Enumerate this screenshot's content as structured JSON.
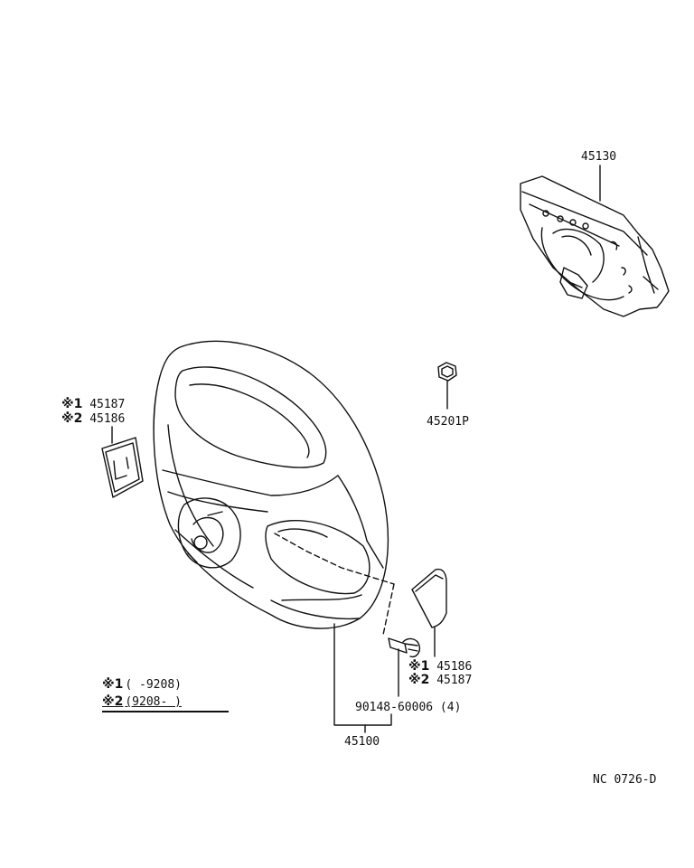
{
  "parts": {
    "pad": "45130",
    "nut": "45201P",
    "cover_left_1": "45187",
    "cover_left_2": "45186",
    "cover_right_1": "45186",
    "cover_right_2": "45187",
    "bolt": "90148-60006 (4)",
    "wheel": "45100"
  },
  "variant_marks": {
    "m1": "※1",
    "m2": "※2"
  },
  "legend": {
    "row1_range": "(     -9208)",
    "row2_range": "(9208-      )"
  },
  "code": "NC  0726-D"
}
